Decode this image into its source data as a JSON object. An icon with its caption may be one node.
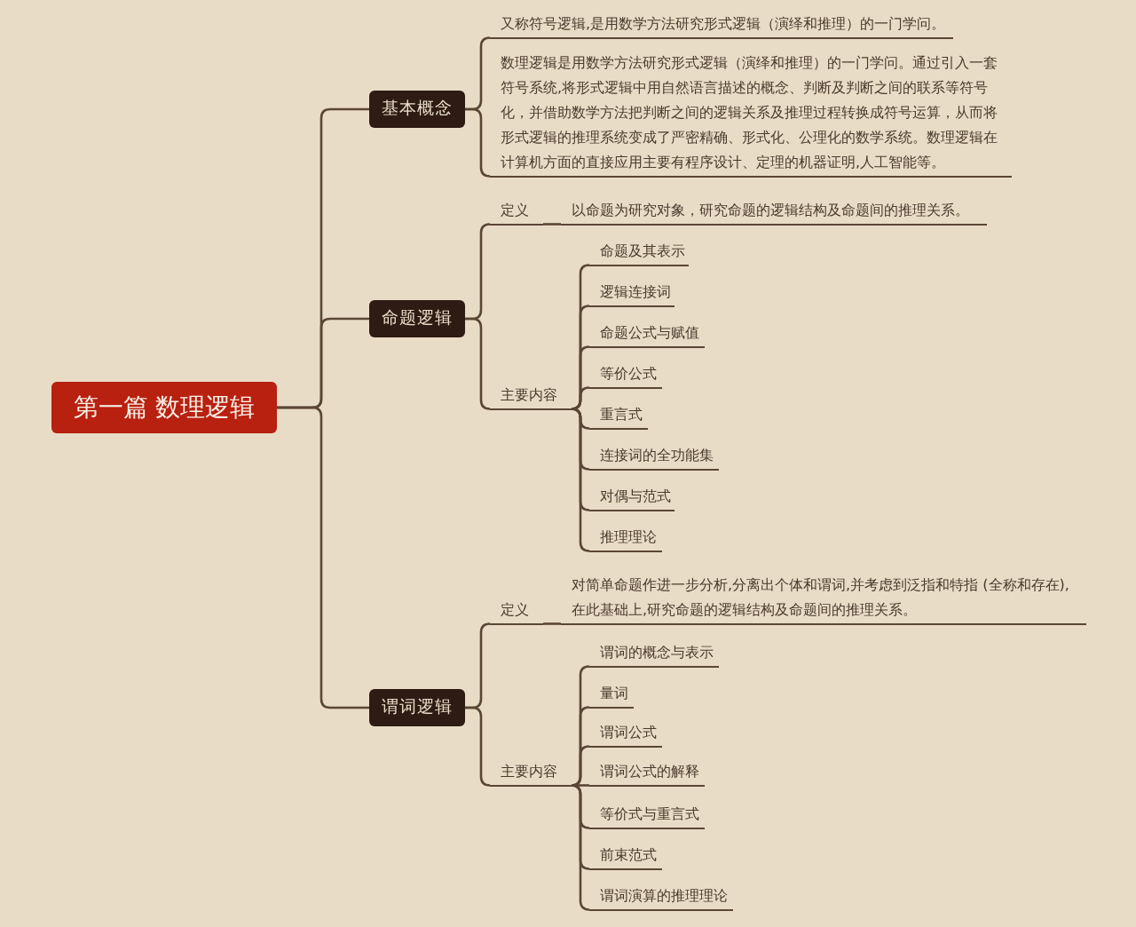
{
  "diagram": {
    "nodes": [
      {
        "text": [
          "第一篇 数理逻辑"
        ]
      },
      {
        "text": [
          "基本概念"
        ]
      },
      {
        "text": [
          "又称符号逻辑,是用数学方法研究形式逻辑（演绎和推理）的一门学问。"
        ]
      },
      {
        "text": [
          "数理逻辑是用数学方法研究形式逻辑（演绎和推理）的一门学问。通过引入一套符号系统,将形式逻辑中用自然语言描述的概念、判断及判断之间的联系等符号化，并借助数学方法把判断之间的逻辑关系及推理过程转换成符号运算，从而将形式逻辑的推理系统变成了严密精确、形式化、公理化的数学系统。数理逻辑在计算机方面的直接应用主要有程序设计、定理的机器证明,人工智能等。"
        ]
      },
      {
        "text": [
          "命题逻辑"
        ]
      },
      {
        "text": [
          "定义"
        ]
      },
      {
        "text": [
          "以命题为研究对象，研究命题的逻辑结构及命题间的推理关系。"
        ]
      },
      {
        "text": [
          "主要内容"
        ]
      },
      {
        "text": [
          "命题及其表示"
        ]
      },
      {
        "text": [
          "逻辑连接词"
        ]
      },
      {
        "text": [
          "命题公式与赋值"
        ]
      },
      {
        "text": [
          "等价公式"
        ]
      },
      {
        "text": [
          "重言式"
        ]
      },
      {
        "text": [
          "连接词的全功能集"
        ]
      },
      {
        "text": [
          "对偶与范式"
        ]
      },
      {
        "text": [
          "推理理论"
        ]
      },
      {
        "text": [
          "谓词逻辑"
        ]
      },
      {
        "text": [
          "定义"
        ]
      },
      {
        "text": [
          "对简单命题作进一步分析,分离出个体和谓词,并考虑到泛指和特指 (全称和存在),在此基础上,研究命题的逻辑结构及命题间的推理关系。"
        ]
      },
      {
        "text": [
          "主要内容"
        ]
      },
      {
        "text": [
          "谓词的概念与表示"
        ]
      },
      {
        "text": [
          "量词"
        ]
      },
      {
        "text": [
          "谓词公式"
        ]
      },
      {
        "text": [
          "谓词公式的解释"
        ]
      },
      {
        "text": [
          "等价式与重言式"
        ]
      },
      {
        "text": [
          "前束范式"
        ]
      },
      {
        "text": [
          "谓词演算的推理理论"
        ]
      }
    ],
    "edges": [
      {
        "from": 0,
        "to": 1,
        "arrow": "none"
      },
      {
        "from": 0,
        "to": 4,
        "arrow": "none"
      },
      {
        "from": 0,
        "to": 16,
        "arrow": "none"
      },
      {
        "from": 1,
        "to": 2,
        "arrow": "none"
      },
      {
        "from": 1,
        "to": 3,
        "arrow": "none"
      },
      {
        "from": 4,
        "to": 5,
        "arrow": "none"
      },
      {
        "from": 5,
        "to": 6,
        "arrow": "none"
      },
      {
        "from": 4,
        "to": 7,
        "arrow": "none"
      },
      {
        "from": 7,
        "to": 8,
        "arrow": "none"
      },
      {
        "from": 7,
        "to": 9,
        "arrow": "none"
      },
      {
        "from": 7,
        "to": 10,
        "arrow": "none"
      },
      {
        "from": 7,
        "to": 11,
        "arrow": "none"
      },
      {
        "from": 7,
        "to": 12,
        "arrow": "none"
      },
      {
        "from": 7,
        "to": 13,
        "arrow": "none"
      },
      {
        "from": 7,
        "to": 14,
        "arrow": "none"
      },
      {
        "from": 7,
        "to": 15,
        "arrow": "none"
      },
      {
        "from": 16,
        "to": 17,
        "arrow": "none"
      },
      {
        "from": 17,
        "to": 18,
        "arrow": "none"
      },
      {
        "from": 16,
        "to": 19,
        "arrow": "none"
      },
      {
        "from": 19,
        "to": 20,
        "arrow": "none"
      },
      {
        "from": 19,
        "to": 21,
        "arrow": "none"
      },
      {
        "from": 19,
        "to": 22,
        "arrow": "none"
      },
      {
        "from": 19,
        "to": 23,
        "arrow": "none"
      },
      {
        "from": 19,
        "to": 24,
        "arrow": "none"
      },
      {
        "from": 19,
        "to": 25,
        "arrow": "none"
      },
      {
        "from": 19,
        "to": 26,
        "arrow": "none"
      }
    ]
  }
}
